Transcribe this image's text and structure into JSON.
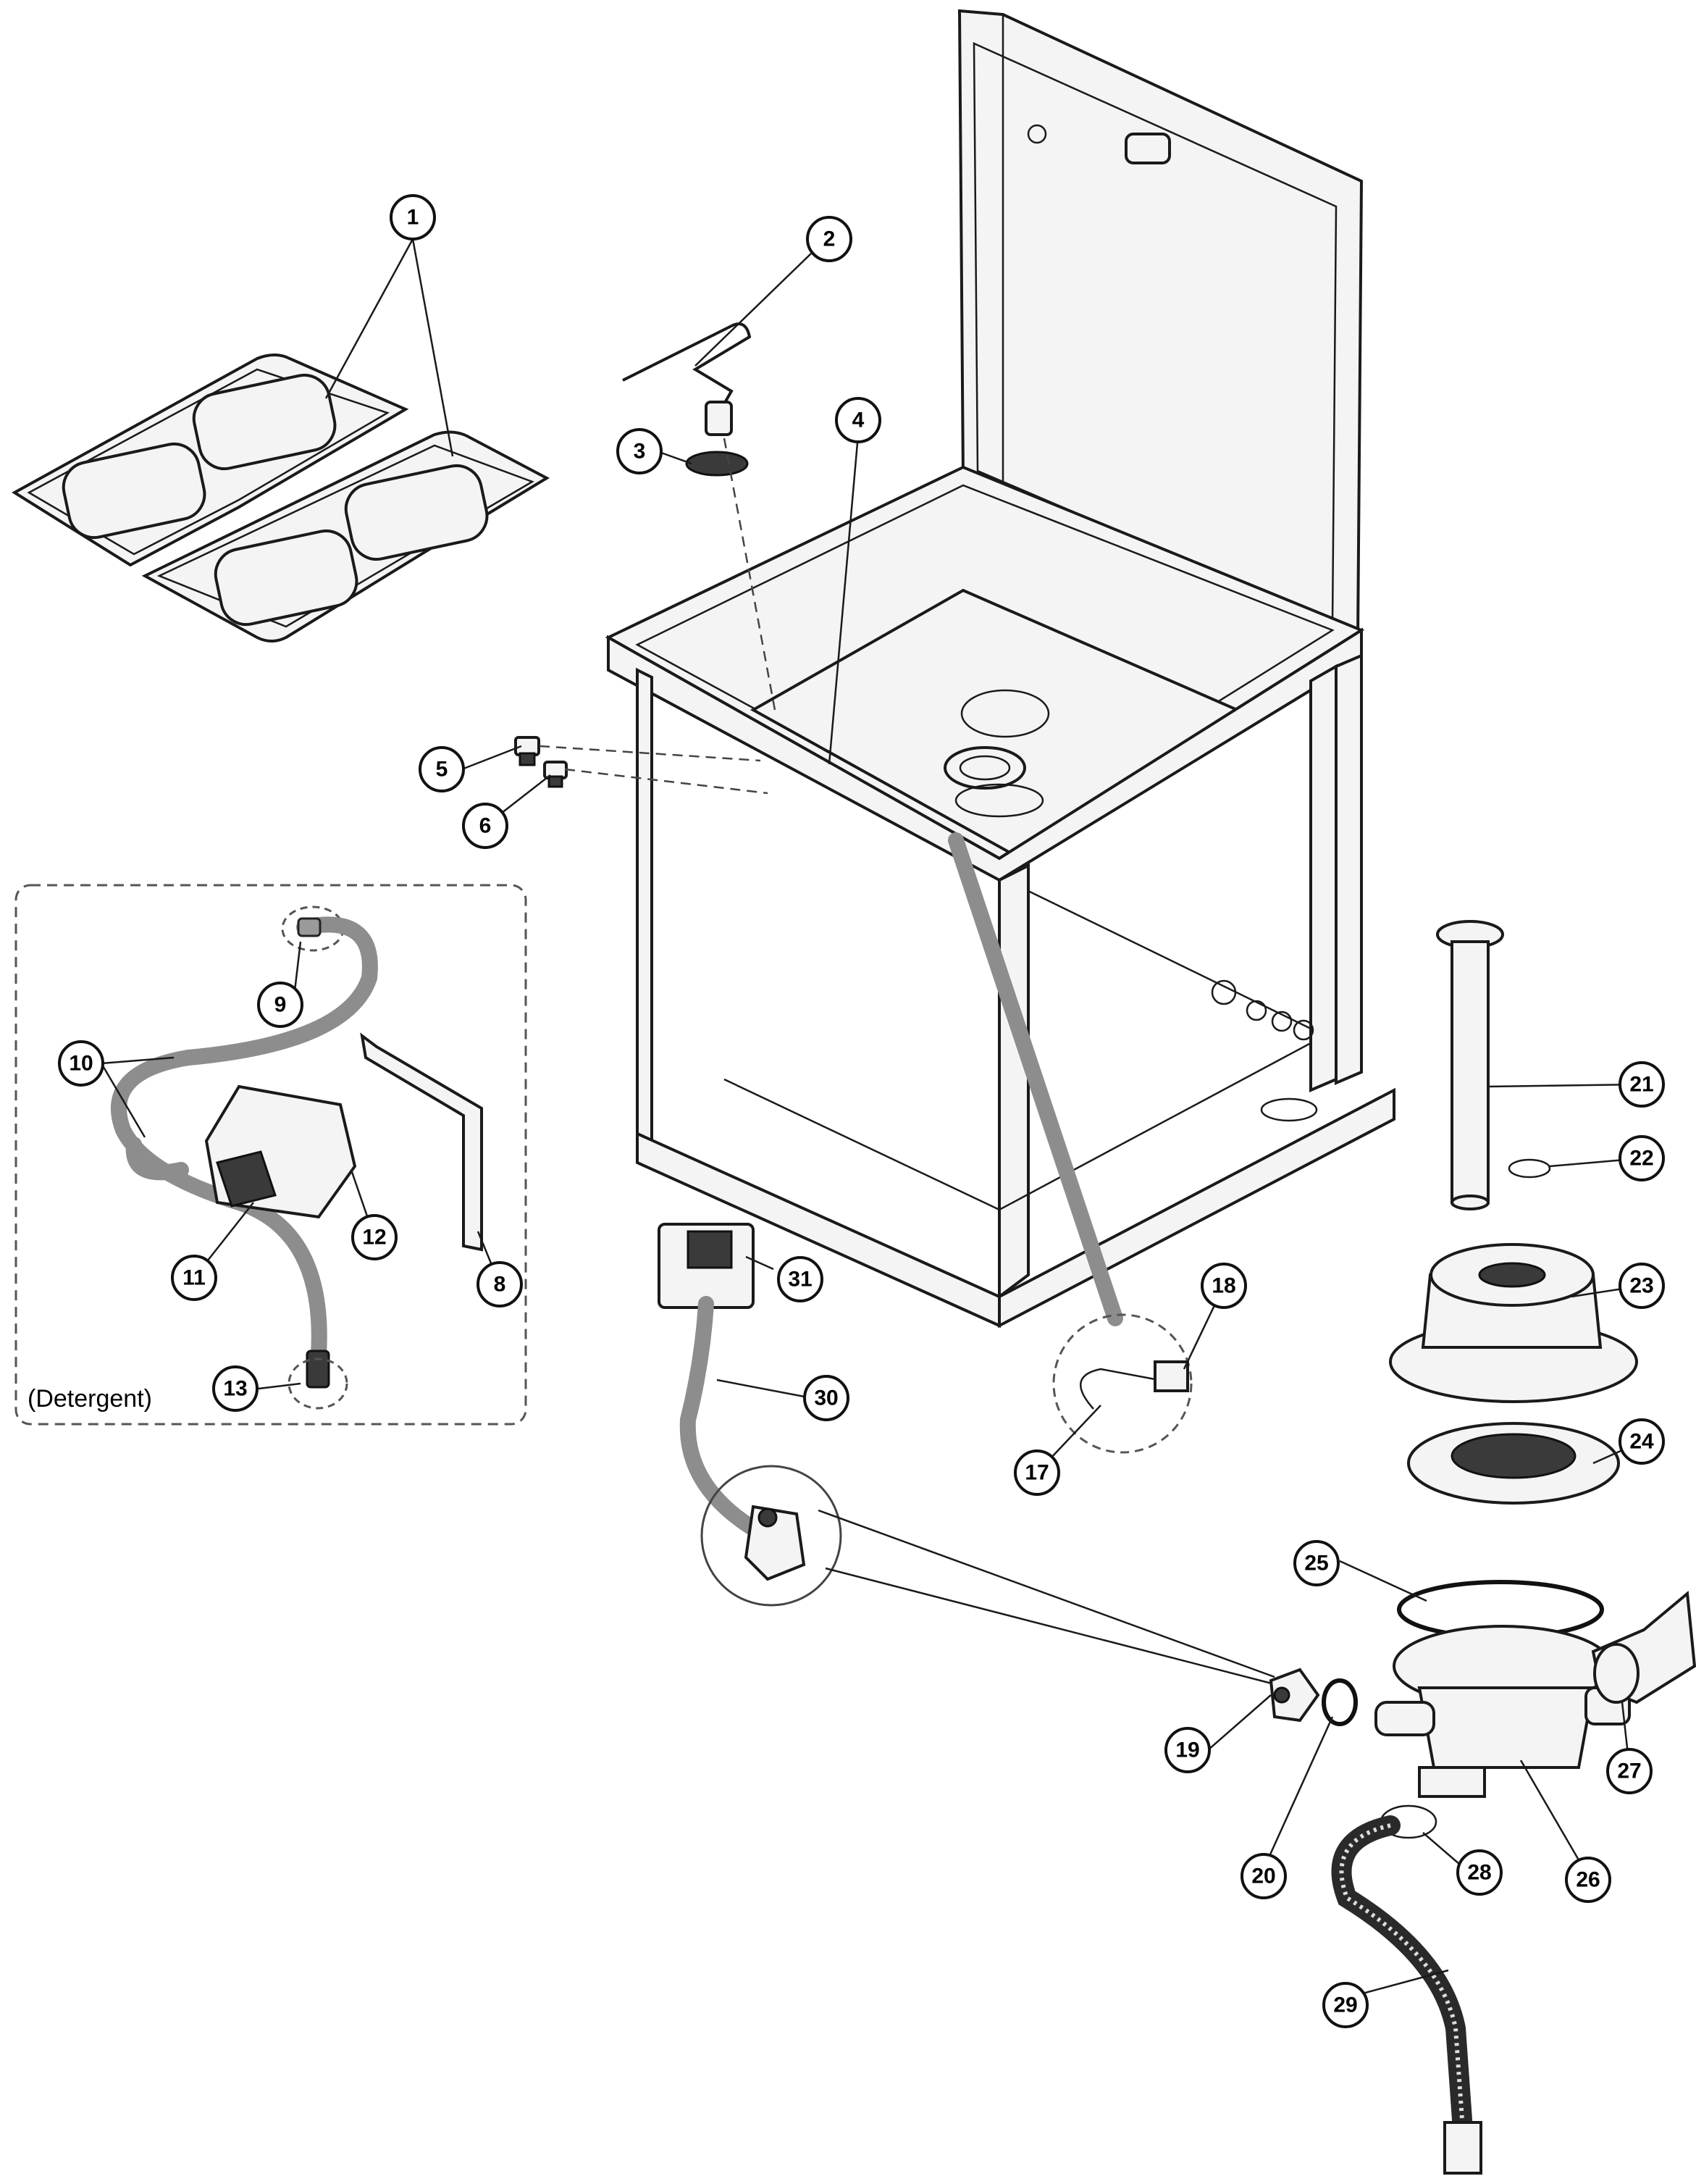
{
  "callouts": [
    {
      "id": "c1",
      "label": "1"
    },
    {
      "id": "c2",
      "label": "2"
    },
    {
      "id": "c3",
      "label": "3"
    },
    {
      "id": "c4",
      "label": "4"
    },
    {
      "id": "c5",
      "label": "5"
    },
    {
      "id": "c6",
      "label": "6"
    },
    {
      "id": "c8",
      "label": "8"
    },
    {
      "id": "c9",
      "label": "9"
    },
    {
      "id": "c10",
      "label": "10"
    },
    {
      "id": "c11",
      "label": "11"
    },
    {
      "id": "c12",
      "label": "12"
    },
    {
      "id": "c13",
      "label": "13"
    },
    {
      "id": "c17",
      "label": "17"
    },
    {
      "id": "c18",
      "label": "18"
    },
    {
      "id": "c19",
      "label": "19"
    },
    {
      "id": "c20",
      "label": "20"
    },
    {
      "id": "c21",
      "label": "21"
    },
    {
      "id": "c22",
      "label": "22"
    },
    {
      "id": "c23",
      "label": "23"
    },
    {
      "id": "c24",
      "label": "24"
    },
    {
      "id": "c25",
      "label": "25"
    },
    {
      "id": "c26",
      "label": "26"
    },
    {
      "id": "c27",
      "label": "27"
    },
    {
      "id": "c28",
      "label": "28"
    },
    {
      "id": "c29",
      "label": "29"
    },
    {
      "id": "c30",
      "label": "30"
    },
    {
      "id": "c31",
      "label": "31"
    }
  ],
  "detergent_box": {
    "caption": "(Detergent)"
  }
}
